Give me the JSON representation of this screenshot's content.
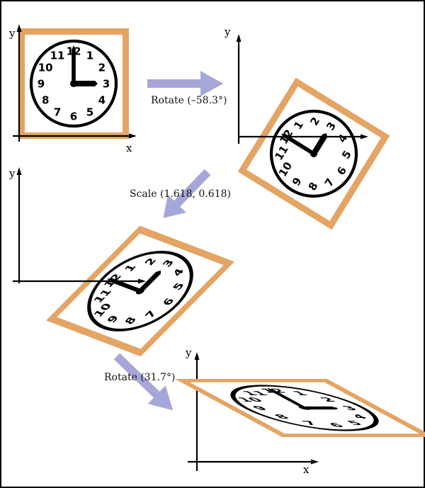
{
  "axes": {
    "x_label": "x",
    "y_label": "y"
  },
  "steps": [
    {
      "label": "Rotate (–58.3°)"
    },
    {
      "label": "Scale (1.618, 0.618)"
    },
    {
      "label": "Rotate (31.7°)"
    }
  ],
  "clock": {
    "numerals": [
      "12",
      "1",
      "2",
      "3",
      "4",
      "5",
      "6",
      "7",
      "8",
      "9",
      "10",
      "11"
    ]
  },
  "colors": {
    "frame": "#e4a463",
    "arrow": "#a7a6d8",
    "outline": "#000000",
    "border": "#000000"
  }
}
